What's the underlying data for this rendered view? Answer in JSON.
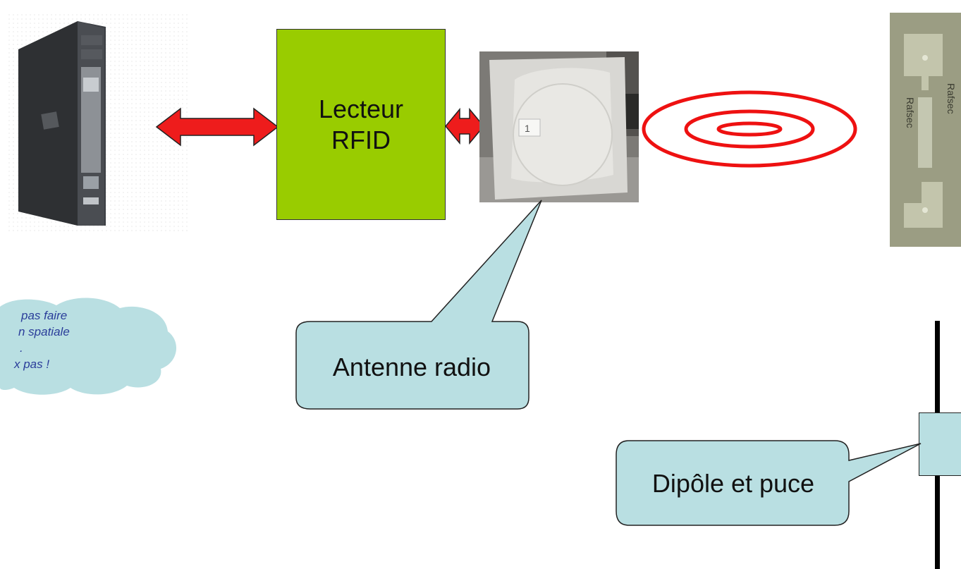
{
  "reader": {
    "line1": "Lecteur",
    "line2": "RFID"
  },
  "antenna_callout": "Antenne radio",
  "dipole_callout": "Dipôle et puce",
  "cloud_lines": [
    "pas faire",
    "n spatiale",
    ".",
    "x pas !"
  ],
  "antenna_photo": {
    "label": "1"
  },
  "tag_photo": {
    "label": "Rafsec"
  },
  "colors": {
    "reader_fill": "#99cc00",
    "arrow_fill": "#ee1c1c",
    "callout_fill": "#b9dfe2",
    "cloud_fill": "#b9dfe2",
    "cloud_text": "#2a3d9a",
    "wave_stroke": "#ee1111"
  },
  "icons": [
    "computer-tower-icon",
    "double-arrow-icon",
    "radio-antenna-icon",
    "radio-wave-icon",
    "rfid-tag-icon",
    "dipole-icon"
  ]
}
